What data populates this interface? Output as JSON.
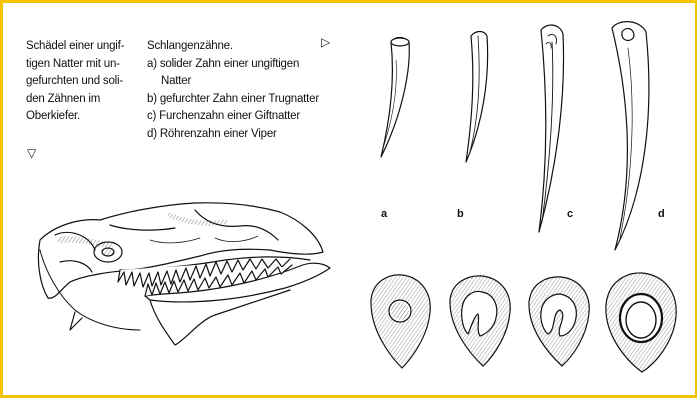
{
  "caption_skull": {
    "lines": [
      "Schädel einer ungif-",
      "tigen Natter mit un-",
      "gefurchten und soli-",
      "den Zähnen im",
      "Oberkiefer."
    ],
    "arrow": "▽"
  },
  "caption_teeth": {
    "title": "Schlangenzähne.",
    "items": [
      "a) solider Zahn einer ungiftigen",
      "Natter",
      "b) gefurchter Zahn einer Trugnatter",
      "c) Furchenzahn einer Giftnatter",
      "d) Röhrenzahn einer Viper"
    ],
    "arrow": "▷"
  },
  "tooth_labels": [
    "a",
    "b",
    "c",
    "d"
  ],
  "colors": {
    "border": "#f2c400",
    "ink": "#111111"
  }
}
